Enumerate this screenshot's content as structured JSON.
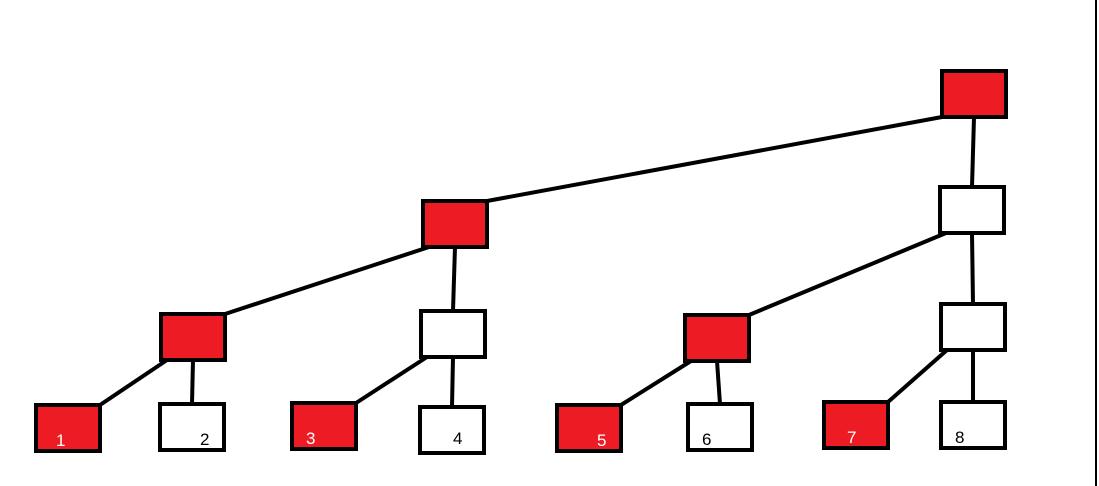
{
  "colors": {
    "marked": "#ed1c24",
    "unmarked": "#ffffff",
    "line": "#000000"
  },
  "nodes": [
    {
      "id": "root",
      "level": 0,
      "marked": true,
      "label": ""
    },
    {
      "id": "n1-left",
      "level": 1,
      "marked": true,
      "label": ""
    },
    {
      "id": "n1-right",
      "level": 1,
      "marked": false,
      "label": ""
    },
    {
      "id": "n2-a",
      "level": 2,
      "marked": true,
      "label": ""
    },
    {
      "id": "n2-b",
      "level": 2,
      "marked": false,
      "label": ""
    },
    {
      "id": "n2-c",
      "level": 2,
      "marked": true,
      "label": ""
    },
    {
      "id": "n2-d",
      "level": 2,
      "marked": false,
      "label": ""
    },
    {
      "id": "leaf-1",
      "level": 3,
      "marked": true,
      "label": "1"
    },
    {
      "id": "leaf-2",
      "level": 3,
      "marked": false,
      "label": "2"
    },
    {
      "id": "leaf-3",
      "level": 3,
      "marked": true,
      "label": "3"
    },
    {
      "id": "leaf-4",
      "level": 3,
      "marked": false,
      "label": "4"
    },
    {
      "id": "leaf-5",
      "level": 3,
      "marked": true,
      "label": "5"
    },
    {
      "id": "leaf-6",
      "level": 3,
      "marked": false,
      "label": "6"
    },
    {
      "id": "leaf-7",
      "level": 3,
      "marked": true,
      "label": "7"
    },
    {
      "id": "leaf-8",
      "level": 3,
      "marked": false,
      "label": "8"
    }
  ],
  "edges": [
    {
      "from": "root",
      "to": "n1-left"
    },
    {
      "from": "root",
      "to": "n1-right"
    },
    {
      "from": "n1-left",
      "to": "n2-a"
    },
    {
      "from": "n1-left",
      "to": "n2-b"
    },
    {
      "from": "n1-right",
      "to": "n2-c"
    },
    {
      "from": "n1-right",
      "to": "n2-d"
    },
    {
      "from": "n2-a",
      "to": "leaf-1"
    },
    {
      "from": "n2-a",
      "to": "leaf-2"
    },
    {
      "from": "n2-b",
      "to": "leaf-3"
    },
    {
      "from": "n2-b",
      "to": "leaf-4"
    },
    {
      "from": "n2-c",
      "to": "leaf-5"
    },
    {
      "from": "n2-c",
      "to": "leaf-6"
    },
    {
      "from": "n2-d",
      "to": "leaf-7"
    },
    {
      "from": "n2-d",
      "to": "leaf-8"
    }
  ]
}
